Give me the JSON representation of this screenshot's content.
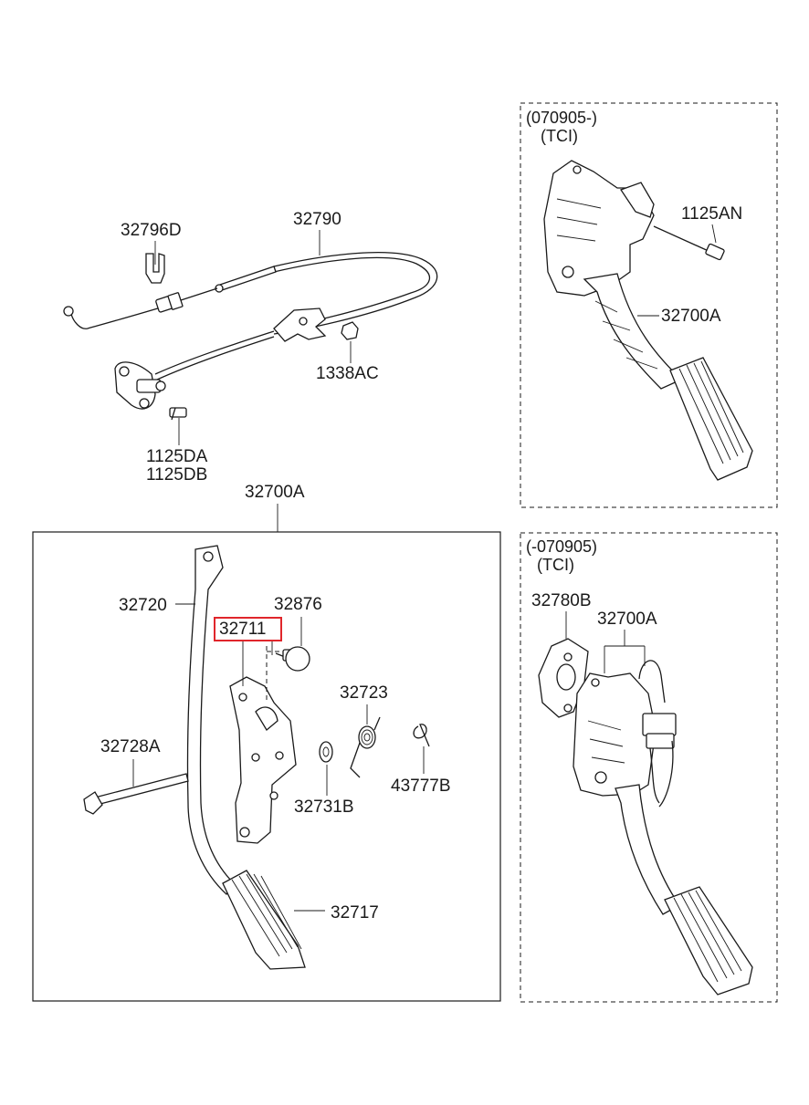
{
  "parts": {
    "p32796D": "32796D",
    "p32790": "32790",
    "p1338AC": "1338AC",
    "p1125DA": "1125DA",
    "p1125DB": "1125DB",
    "p32700A_main": "32700A",
    "p32720": "32720",
    "p32876": "32876",
    "p32711": "32711",
    "p32723": "32723",
    "p32728A": "32728A",
    "p32731B": "32731B",
    "p43777B": "43777B",
    "p32717": "32717",
    "p1125AN": "1125AN",
    "p32700A_top": "32700A",
    "p32780B": "32780B",
    "p32700A_bottom": "32700A"
  },
  "panels": {
    "top_right": {
      "date": "(070905-)",
      "variant": "(TCI)"
    },
    "bottom_right": {
      "date": "(-070905)",
      "variant": "(TCI)"
    }
  },
  "highlight": {
    "part": "32711",
    "color": "#e0262b"
  }
}
